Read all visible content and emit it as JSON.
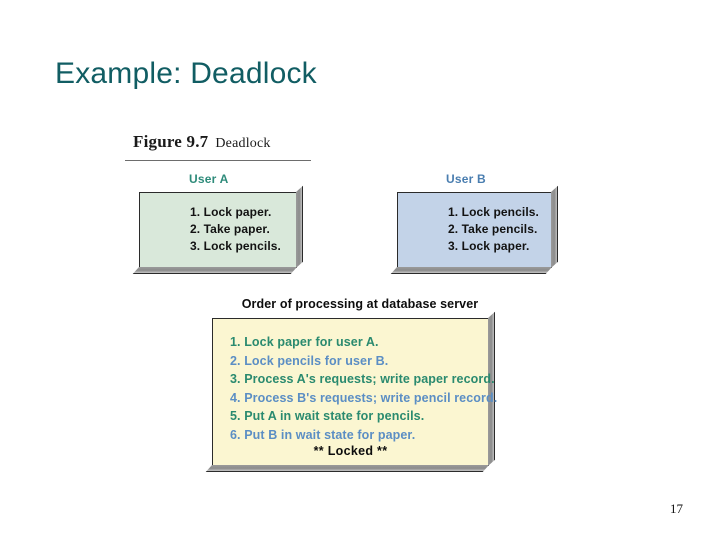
{
  "slide": {
    "title": "Example: Deadlock",
    "title_color": "#115d63",
    "page_number": "17",
    "background": "#ffffff"
  },
  "figure": {
    "caption_number": "Figure 9.7",
    "caption_text": "Deadlock",
    "order_heading": "Order of processing at database server",
    "locked_text": "** Locked **",
    "user_a": {
      "label": "User A",
      "label_color": "#2e8b7a",
      "box_color": "#d9e8da",
      "steps": [
        "1. Lock paper.",
        "2. Take paper.",
        "3. Lock pencils."
      ]
    },
    "user_b": {
      "label": "User B",
      "label_color": "#4a7eb0",
      "box_color": "#c3d3e8",
      "steps": [
        "1. Lock pencils.",
        "2. Take pencils.",
        "3. Lock paper."
      ]
    },
    "server": {
      "box_color": "#fbf6d1",
      "user_a_color": "#2a8a6f",
      "user_b_color": "#5b8ec4",
      "steps": [
        {
          "text": "1. Lock paper for user A.",
          "owner": "user-a"
        },
        {
          "text": "2. Lock pencils for user B.",
          "owner": "user-b"
        },
        {
          "text": "3. Process A's requests; write paper record.",
          "owner": "user-a"
        },
        {
          "text": "4. Process B's requests; write pencil record.",
          "owner": "user-b"
        },
        {
          "text": "5. Put A in wait state for pencils.",
          "owner": "user-a"
        },
        {
          "text": "6. Put B in wait state for paper.",
          "owner": "user-b"
        }
      ]
    }
  }
}
